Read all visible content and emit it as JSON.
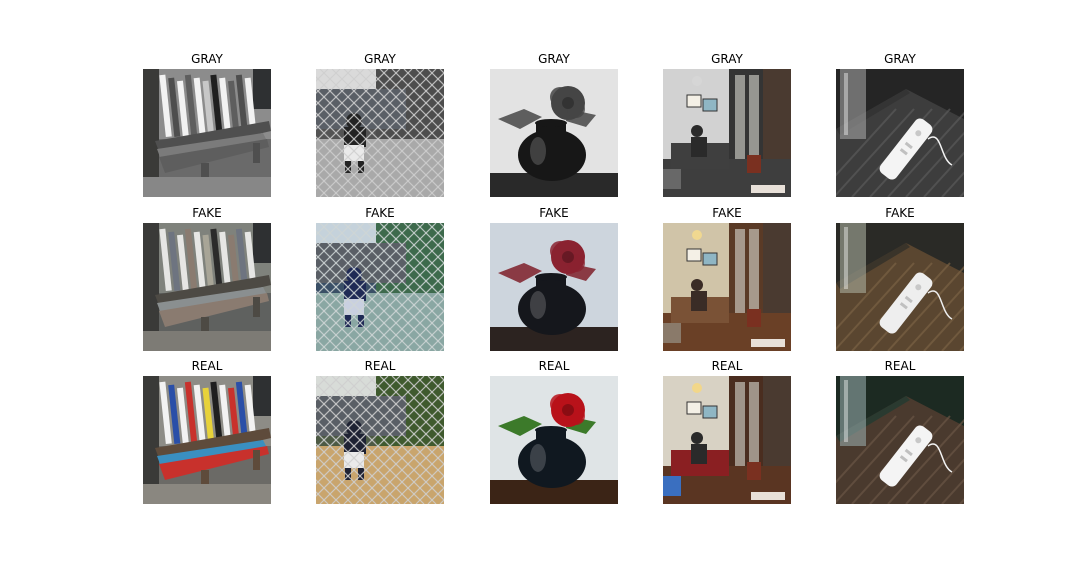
{
  "rows": [
    {
      "label": "GRAY",
      "mode": "gray"
    },
    {
      "label": "FAKE",
      "mode": "fake"
    },
    {
      "label": "REAL",
      "mode": "real"
    }
  ],
  "columns": [
    {
      "subject": "bench-with-skis"
    },
    {
      "subject": "chainlink-fence-batter"
    },
    {
      "subject": "flower-in-black-vase"
    },
    {
      "subject": "living-room-interior"
    },
    {
      "subject": "wii-remote-on-table"
    }
  ]
}
